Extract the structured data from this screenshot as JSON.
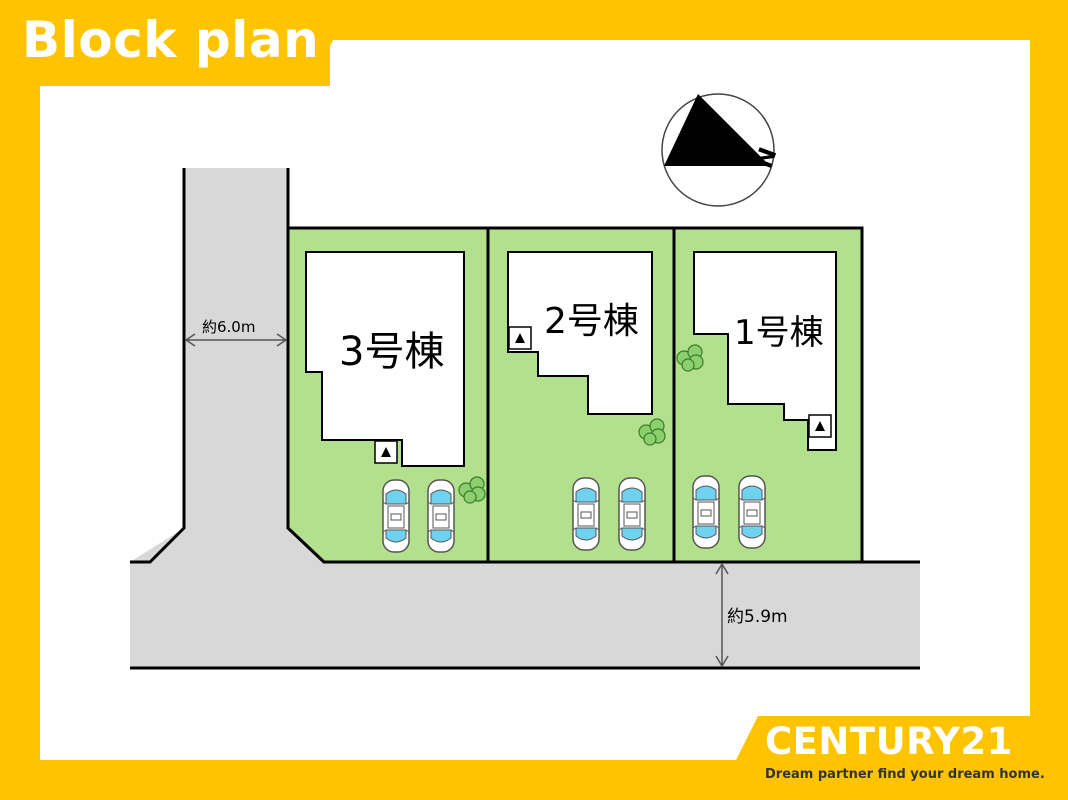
{
  "header": {
    "title": "Block plan"
  },
  "plan": {
    "lots": [
      {
        "label": "3号棟"
      },
      {
        "label": "2号棟"
      },
      {
        "label": "1号棟"
      }
    ],
    "road_west_width": "約6.0m",
    "road_south_width": "約5.9m",
    "compass_label": "N"
  },
  "brand": {
    "name": "CENTURY21",
    "tagline": "Dream partner find your dream home."
  },
  "colors": {
    "frame": "#ffc300",
    "lot_fill": "#b3e08c",
    "road_fill": "#d8d8d8",
    "car_accent": "#6fd3ef"
  }
}
